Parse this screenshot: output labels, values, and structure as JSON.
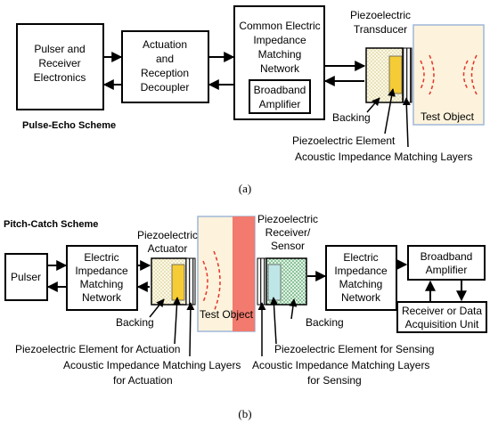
{
  "a": {
    "pulser_receiver": [
      "Pulser and",
      "Receiver",
      "Electronics"
    ],
    "decoupler": [
      "Actuation",
      "and",
      "Reception",
      "Decoupler"
    ],
    "matching_network": [
      "Common Electric",
      "Impedance",
      "Matching",
      "Network"
    ],
    "amplifier": [
      "Broadband",
      "Amplifier"
    ],
    "transducer": [
      "Piezoelectric",
      "Transducer"
    ],
    "test_object": "Test Object",
    "backing": "Backing",
    "element": "Piezoelectric Element",
    "layers": "Acoustic Impedance Matching Layers",
    "scheme": "Pulse-Echo Scheme",
    "caption": "(a)"
  },
  "b": {
    "scheme": "Pitch-Catch Scheme",
    "pulser": "Pulser",
    "network_left": [
      "Electric",
      "Impedance",
      "Matching",
      "Network"
    ],
    "actuator": [
      "Piezoelectric",
      "Actuator"
    ],
    "test_object": "Test Object",
    "receiver": [
      "Piezoelectric",
      "Receiver/",
      "Sensor"
    ],
    "network_right": [
      "Electric",
      "Impedance",
      "Matching",
      "Network"
    ],
    "amplifier": [
      "Broadband",
      "Amplifier"
    ],
    "daq": [
      "Receiver or Data",
      "Acquisition Unit"
    ],
    "backing_left": "Backing",
    "backing_right": "Backing",
    "element_actuation": "Piezoelectric Element for Actuation",
    "layers_actuation": [
      "Acoustic Impedance Matching Layers",
      "for Actuation"
    ],
    "element_sensing": "Piezoelectric Element for Sensing",
    "layers_sensing": [
      "Acoustic Impedance Matching Layers",
      "for Sensing"
    ],
    "caption": "(b)"
  },
  "colors": {
    "test_object_fill": "#fdf3dc",
    "test_object_border": "#9fb7d8",
    "red_band": "#f27a6e",
    "piezo_element": "#f5cc36",
    "sensor_element": "#bfe6e6",
    "backing_dots": "#d2d28a",
    "sensor_backing": "#2a8a44",
    "wave": "#e8322a"
  }
}
